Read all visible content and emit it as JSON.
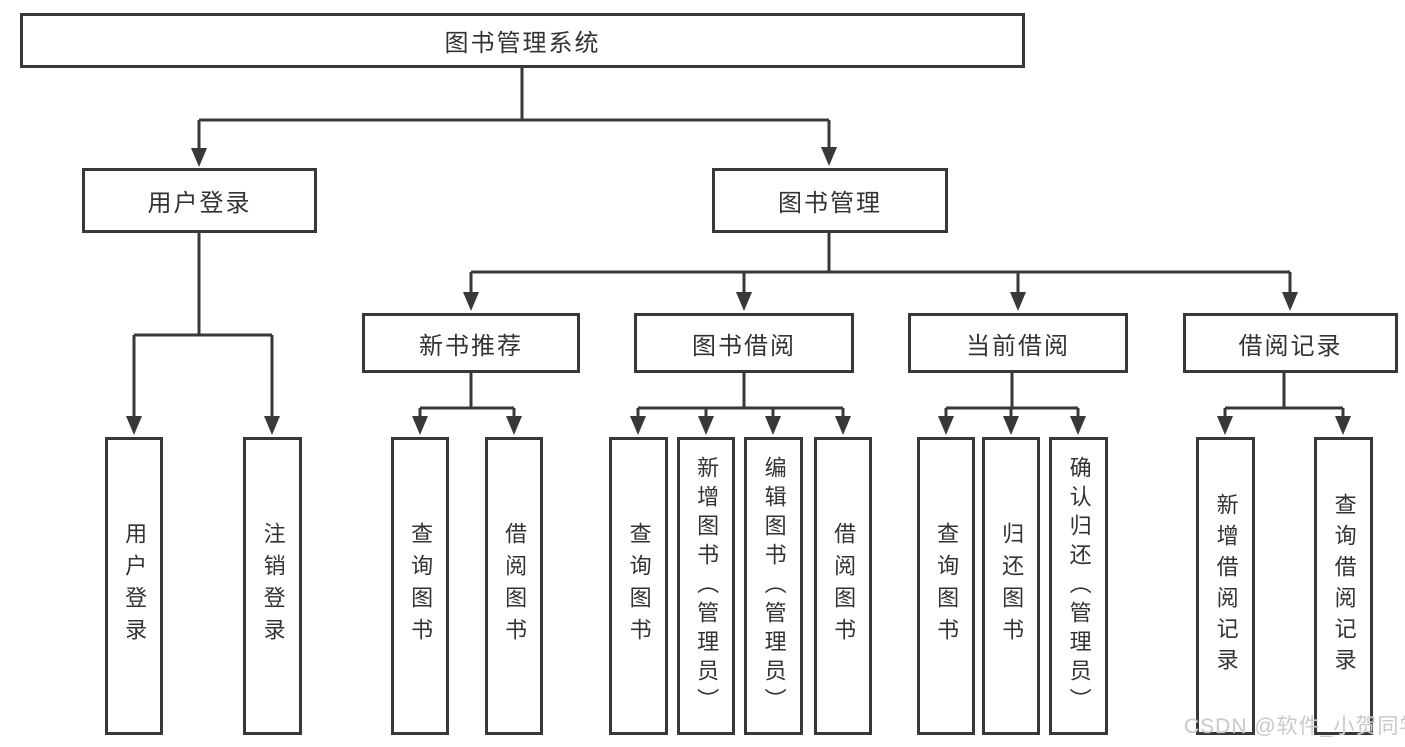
{
  "tree": {
    "label": "图书管理系统",
    "children": [
      {
        "label": "用户登录",
        "children": [
          {
            "label": "用户登录"
          },
          {
            "label": "注销登录"
          }
        ]
      },
      {
        "label": "图书管理",
        "children": [
          {
            "label": "新书推荐",
            "children": [
              {
                "label": "查询图书"
              },
              {
                "label": "借阅图书"
              }
            ]
          },
          {
            "label": "图书借阅",
            "children": [
              {
                "label": "查询图书"
              },
              {
                "label": "新增图书（管理员）"
              },
              {
                "label": "编辑图书（管理员）"
              },
              {
                "label": "借阅图书"
              }
            ]
          },
          {
            "label": "当前借阅",
            "children": [
              {
                "label": "查询图书"
              },
              {
                "label": "归还图书"
              },
              {
                "label": "确认归还（管理员）"
              }
            ]
          },
          {
            "label": "借阅记录",
            "children": [
              {
                "label": "新增借阅记录"
              },
              {
                "label": "查询借阅记录"
              }
            ]
          }
        ]
      }
    ]
  },
  "watermark": {
    "text": "CSDN @软件_小贺同学"
  },
  "colors": {
    "line": "#383838",
    "text": "#333333",
    "background": "#ffffff",
    "watermark": "#c9c9c9"
  }
}
